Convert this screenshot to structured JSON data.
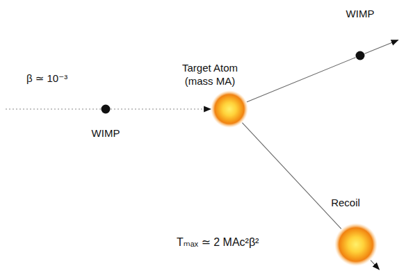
{
  "diagram": {
    "nodes": [
      {
        "text": [
          "WIMP"
        ]
      },
      {
        "text": [
          "Target Atom (mass MA)"
        ]
      },
      {
        "text": [
          "WIMP"
        ]
      },
      {
        "text": [
          "Recoil"
        ]
      }
    ],
    "edges": [
      {
        "from": 0,
        "to": 1,
        "arrow": "to"
      },
      {
        "from": 1,
        "to": 2,
        "arrow": "to"
      },
      {
        "from": 1,
        "to": 3,
        "arrow": "to"
      }
    ],
    "labels": [
      "β ≃ 10⁻³",
      "Tₘₐₓ ≃ 2 MAc²β²"
    ]
  }
}
